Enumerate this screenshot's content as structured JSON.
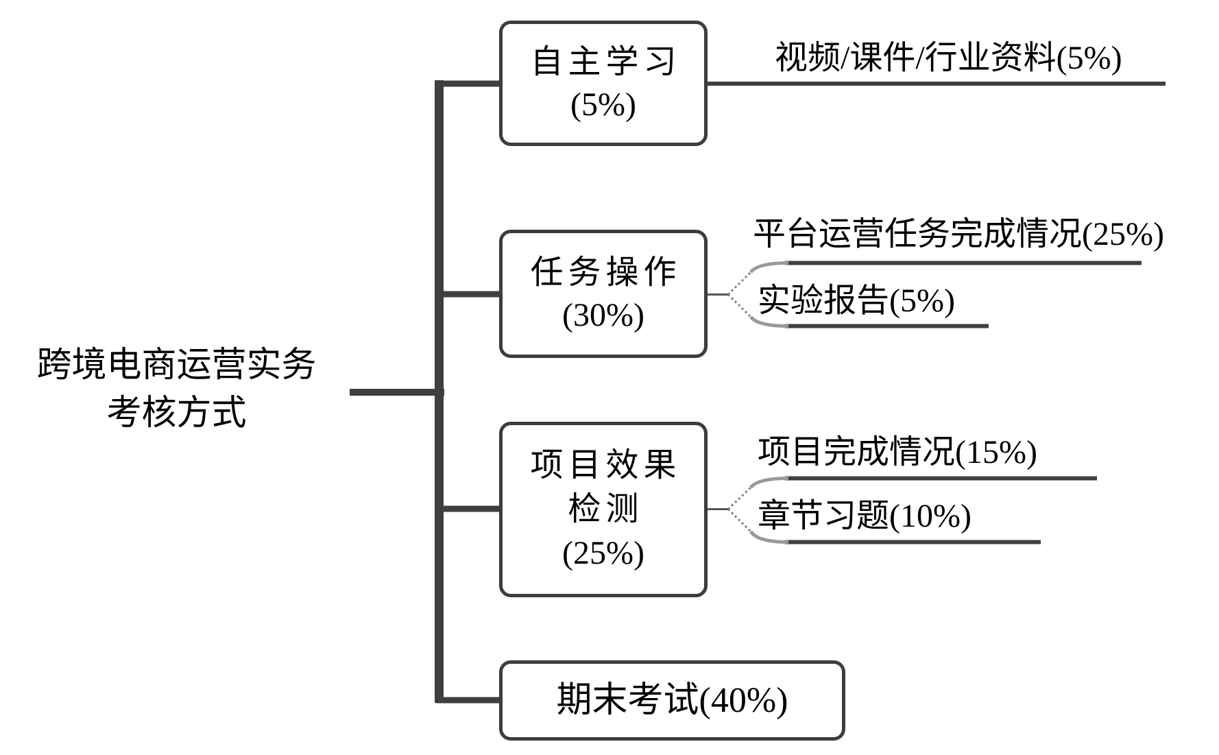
{
  "root": {
    "line1": "跨境电商运营实务",
    "line2": "考核方式"
  },
  "branches": [
    {
      "title": "自主学习",
      "weight": "(5%)",
      "leaves": [
        "视频/课件/行业资料(5%)"
      ]
    },
    {
      "title": "任务操作",
      "weight": "(30%)",
      "leaves": [
        "平台运营任务完成情况(25%)",
        "实验报告(5%)"
      ]
    },
    {
      "title": "项目效果",
      "title2": "检测",
      "weight": "(25%)",
      "leaves": [
        "项目完成情况(15%)",
        "章节习题(10%)"
      ]
    },
    {
      "title": "期末考试(40%)",
      "leaves": []
    }
  ],
  "colors": {
    "line": "#3f3f3f",
    "fork_stub": "#555555",
    "fork_dots": "#7d7d7d",
    "fork_curve": "#999999",
    "text": "#000000",
    "background": "#ffffff"
  }
}
